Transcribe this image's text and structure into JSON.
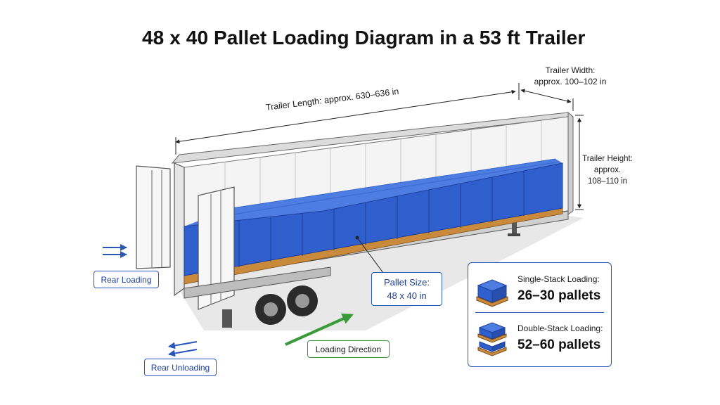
{
  "title": "48 x 40 Pallet Loading Diagram in a 53 ft Trailer",
  "dimensions": {
    "length": "Trailer Length: approx. 630–636 in",
    "width_title": "Trailer Width:",
    "width_value": "approx. 100–102 in",
    "height_title": "Trailer Height:",
    "height_value_1": "approx.",
    "height_value_2": "108–110 in"
  },
  "labels": {
    "rear_loading": "Rear Loading",
    "rear_unloading": "Rear Unloading",
    "loading_direction": "Loading Direction",
    "pallet_size_title": "Pallet Size:",
    "pallet_size_value": "48 x 40 in"
  },
  "summary": {
    "single_title": "Single-Stack Loading:",
    "single_value": "26–30 pallets",
    "double_title": "Double-Stack Loading:",
    "double_value": "52–60 pallets"
  },
  "colors": {
    "cargo_blue": "#2f5fcc",
    "accent_blue": "#2a56b8",
    "loading_green": "#3a9a3a",
    "pallet_wood": "#c98a3c"
  }
}
